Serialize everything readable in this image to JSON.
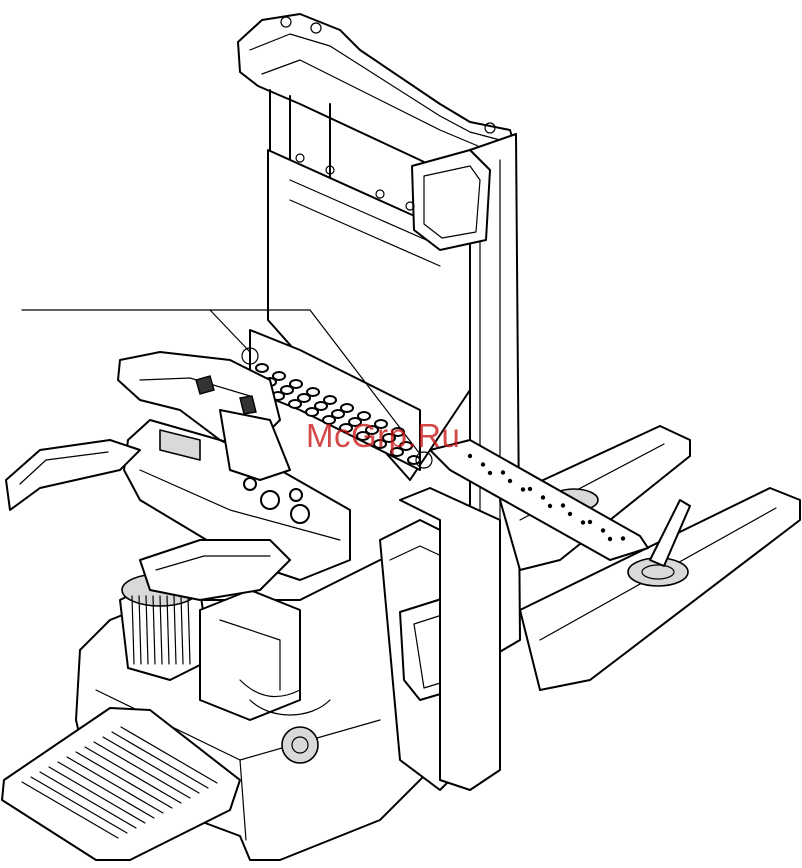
{
  "watermark": {
    "text": "McGrp.Ru",
    "color": "#c81414"
  },
  "figure": {
    "subject": "pallet-stacker-truck",
    "callout_count": 1
  }
}
